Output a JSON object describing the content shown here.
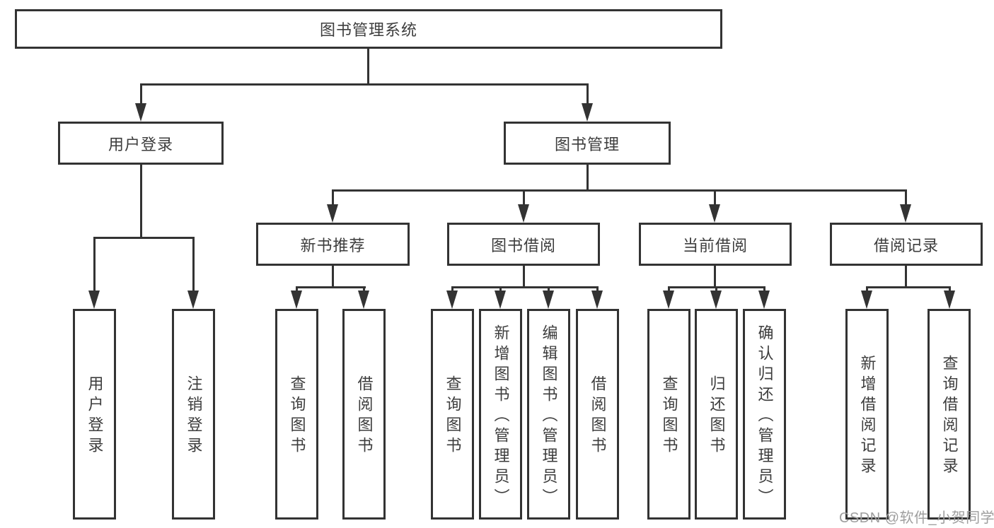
{
  "nodes": {
    "root": "图书管理系统",
    "user_login": "用户登录",
    "book_mgmt": "图书管理",
    "new_book": "新书推荐",
    "book_borrow": "图书借阅",
    "current_borrow": "当前借阅",
    "borrow_record": "借阅记录"
  },
  "leaves": {
    "user_login": [
      "用户登录",
      "注销登录"
    ],
    "new_book": [
      "查询图书",
      "借阅图书"
    ],
    "book_borrow": [
      "查询图书",
      "新增图书（管理员）",
      "编辑图书（管理员）",
      "借阅图书"
    ],
    "current_borrow": [
      "查询图书",
      "归还图书",
      "确认归还（管理员）"
    ],
    "borrow_record": [
      "新增借阅记录",
      "查询借阅记录"
    ]
  },
  "watermark": "CSDN @软件_小贺同学",
  "colors": {
    "line": "#333333",
    "text": "#3d3d3d",
    "watermark": "#9e9e9e"
  }
}
